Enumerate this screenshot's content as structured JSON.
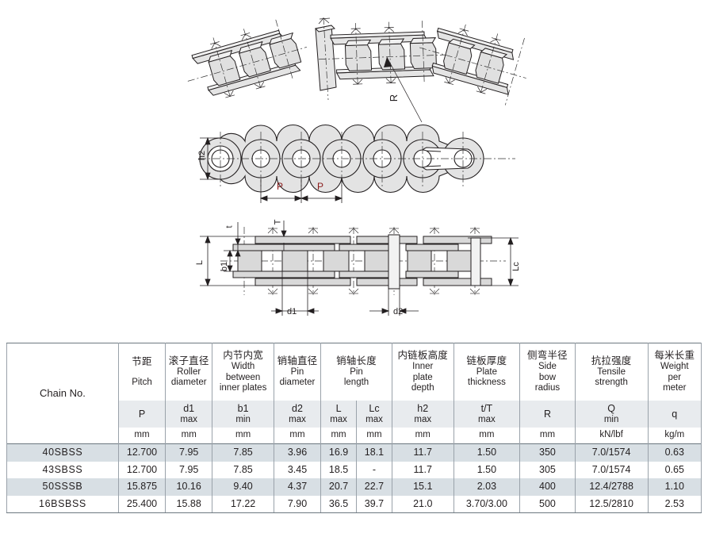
{
  "drawings": {
    "isometric": {
      "name": "Side-bow roller chain flexed isometric view",
      "radius_label": "R"
    },
    "side_view": {
      "name": "Side elevation of roller chain",
      "labels": {
        "height": "h2",
        "pitch_1": "P",
        "pitch_2": "P"
      }
    },
    "plan_view": {
      "name": "Plan view of roller chain",
      "labels": {
        "overall_pin_length": "L",
        "connecting_pin_length": "Lc",
        "inner_width": "b1",
        "inner_plate_thickness": "t",
        "outer_plate_thickness": "T",
        "roller_diameter": "d1",
        "pin_diameter": "d2"
      }
    }
  },
  "table": {
    "name_column_header": "Chain No.",
    "columns": [
      {
        "cn": "节距",
        "en": "Pitch",
        "symbol": "P",
        "qualifier": "",
        "unit": "mm"
      },
      {
        "cn": "滚子直径",
        "en": "Roller\ndiameter",
        "symbol": "d1",
        "qualifier": "max",
        "unit": "mm"
      },
      {
        "cn": "内节内宽",
        "en": "Width\nbetween\ninner plates",
        "symbol": "b1",
        "qualifier": "min",
        "unit": "mm"
      },
      {
        "cn": "销轴直径",
        "en": "Pin\ndiameter",
        "symbol": "d2",
        "qualifier": "max",
        "unit": "mm"
      },
      {
        "cn": "销轴长度",
        "en": "Pin\nlength",
        "symbol": "L",
        "qualifier": "max",
        "unit": "mm"
      },
      {
        "cn": "",
        "en": "",
        "symbol": "Lc",
        "qualifier": "max",
        "unit": "mm"
      },
      {
        "cn": "内链板高度",
        "en": "Inner\nplate\ndepth",
        "symbol": "h2",
        "qualifier": "max",
        "unit": "mm"
      },
      {
        "cn": "链板厚度",
        "en": "Plate\nthickness",
        "symbol": "t/T",
        "qualifier": "max",
        "unit": "mm"
      },
      {
        "cn": "侧弯半径",
        "en": "Side\nbow\nradius",
        "symbol": "R",
        "qualifier": "",
        "unit": "mm"
      },
      {
        "cn": "抗拉强度",
        "en": "Tensile\nstrength",
        "symbol": "Q",
        "qualifier": "min",
        "unit": "kN/lbf"
      },
      {
        "cn": "每米长重",
        "en": "Weight\nper\nmeter",
        "symbol": "q",
        "qualifier": "",
        "unit": "kg/m"
      }
    ],
    "header_cn": {
      "pitch": "节距",
      "roller_diameter": "滚子直径",
      "width_between_inner_plates": "内节内宽",
      "pin_diameter": "销轴直径",
      "pin_length": "销轴长度",
      "inner_plate_depth": "内链板高度",
      "plate_thickness": "链板厚度",
      "side_bow_radius": "侧弯半径",
      "tensile_strength": "抗拉强度",
      "weight_per_meter": "每米长重"
    },
    "header_en": {
      "pitch": "Pitch",
      "roller_diameter_l1": "Roller",
      "roller_diameter_l2": "diameter",
      "width_l1": "Width",
      "width_l2": "between",
      "width_l3": "inner plates",
      "pin_diameter_l1": "Pin",
      "pin_diameter_l2": "diameter",
      "pin_length_l1": "Pin",
      "pin_length_l2": "length",
      "inner_plate_depth_l1": "Inner",
      "inner_plate_depth_l2": "plate",
      "inner_plate_depth_l3": "depth",
      "plate_thickness_l1": "Plate",
      "plate_thickness_l2": "thickness",
      "side_bow_l1": "Side",
      "side_bow_l2": "bow",
      "side_bow_l3": "radius",
      "tensile_l1": "Tensile",
      "tensile_l2": "strength",
      "weight_l1": "Weight",
      "weight_l2": "per",
      "weight_l3": "meter"
    },
    "symbols": {
      "P": "P",
      "d1": "d1",
      "b1": "b1",
      "d2": "d2",
      "L": "L",
      "Lc": "Lc",
      "h2": "h2",
      "tT": "t/T",
      "R": "R",
      "Q": "Q",
      "q": "q"
    },
    "qualifiers": {
      "d1": "max",
      "b1": "min",
      "d2": "max",
      "L": "max",
      "Lc": "max",
      "h2": "max",
      "tT": "max",
      "Q": "min"
    },
    "units": {
      "P": "mm",
      "d1": "mm",
      "b1": "mm",
      "d2": "mm",
      "L": "mm",
      "Lc": "mm",
      "h2": "mm",
      "tT": "mm",
      "R": "mm",
      "Q": "kN/lbf",
      "q": "kg/m"
    },
    "rows": [
      {
        "chain_no": "40SBSS",
        "P": "12.700",
        "d1": "7.95",
        "b1": "7.85",
        "d2": "3.96",
        "L": "16.9",
        "Lc": "18.1",
        "h2": "11.7",
        "tT": "1.50",
        "R": "350",
        "Q": "7.0/1574",
        "q": "0.63"
      },
      {
        "chain_no": "43SBSS",
        "P": "12.700",
        "d1": "7.95",
        "b1": "7.85",
        "d2": "3.45",
        "L": "18.5",
        "Lc": "-",
        "h2": "11.7",
        "tT": "1.50",
        "R": "305",
        "Q": "7.0/1574",
        "q": "0.65"
      },
      {
        "chain_no": "50SSSB",
        "P": "15.875",
        "d1": "10.16",
        "b1": "9.40",
        "d2": "4.37",
        "L": "20.7",
        "Lc": "22.7",
        "h2": "15.1",
        "tT": "2.03",
        "R": "400",
        "Q": "12.4/2788",
        "q": "1.10"
      },
      {
        "chain_no": "16BSBSS",
        "P": "25.400",
        "d1": "15.88",
        "b1": "17.22",
        "d2": "7.90",
        "L": "36.5",
        "Lc": "39.7",
        "h2": "21.0",
        "tT": "3.70/3.00",
        "R": "500",
        "Q": "12.5/2810",
        "q": "2.53"
      }
    ]
  },
  "colors": {
    "row_alt": "#d8dfe4",
    "header_band": "#e8ebee",
    "rule": "#6d7880",
    "grid": "#9aa2aa",
    "metal_fill": "#e2e2e2",
    "line": "#231f20"
  }
}
